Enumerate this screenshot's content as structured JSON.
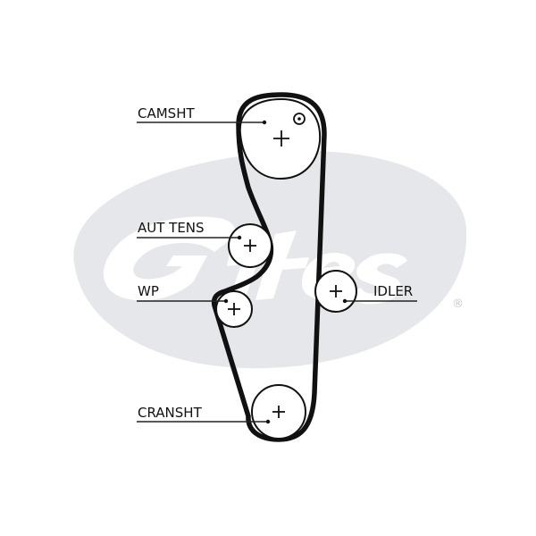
{
  "logo": {
    "text": "Gates",
    "mark": "®",
    "color": "#e6e7ea"
  },
  "labels": {
    "camshaft": "CAMSHT",
    "tensioner": "AUT TENS",
    "water_pump": "WP",
    "idler": "IDLER",
    "crankshaft": "CRANSHT"
  },
  "colors": {
    "belt": "#111111",
    "background": "#ffffff"
  }
}
